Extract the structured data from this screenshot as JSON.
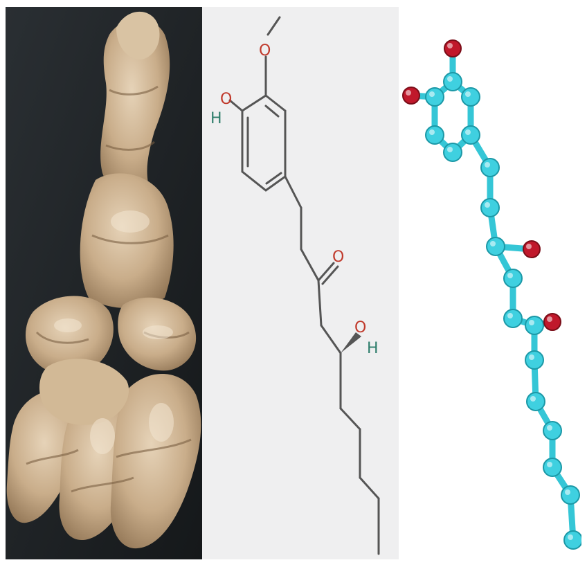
{
  "panels": {
    "photo": {
      "subject": "ginger-rhizome"
    },
    "structure": {
      "labels": {
        "top_oxygen": "O",
        "phenol_h": "H",
        "phenol_o": "O",
        "ketone_o": "O",
        "hydroxyl_o": "O",
        "hydroxyl_h": "H"
      },
      "colors": {
        "bond": "#555555",
        "oxygen": "#c0392b",
        "hydrogen": "#2e7d6b"
      }
    },
    "ball_stick": {
      "colors": {
        "carbon": "#3fd0e0",
        "oxygen": "#c0182b",
        "bond": "#35c6d6"
      }
    }
  }
}
